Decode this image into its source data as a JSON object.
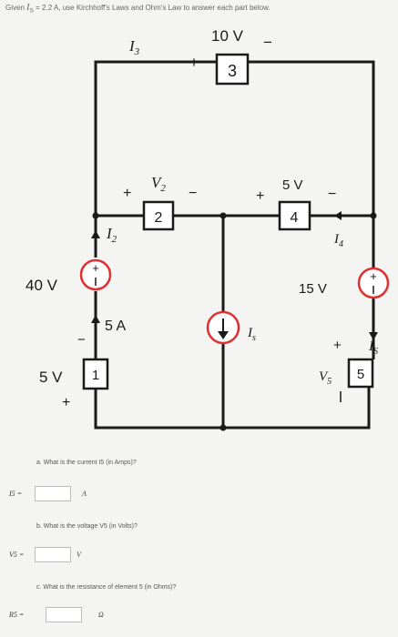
{
  "header": {
    "given_prefix": "Given ",
    "given_var": "I",
    "given_sub": "S",
    "given_rest": " = 2.2 A, use Kirchhoff's Laws and Ohm's Law to answer each part below."
  },
  "circuit": {
    "i3_label": "I",
    "i3_sub": "3",
    "v10_label": "10 V",
    "plus": "+",
    "minus": "−",
    "elem3": "3",
    "v2_label": "V",
    "v2_sub": "2",
    "elem2": "2",
    "i2_label": "I",
    "i2_sub": "2",
    "v5_label": "5 V",
    "elem4": "4",
    "i4_label": "I",
    "i4_sub": "4",
    "v40_label": "40 V",
    "v15_label": "15 V",
    "is_label": "I",
    "is_sub": "s",
    "is_right_label": "I",
    "is_right_sub": "S",
    "a5_label": "5 A",
    "v5b_label": "5 V",
    "elem1": "1",
    "vs_label": "V",
    "vs_sub": "5",
    "elem5": "5"
  },
  "questions": {
    "a_text": "a. What is the current I5 (in Amps)?",
    "a_var": "I5 =",
    "a_unit": "A",
    "b_text": "b. What is the voltage V5 (in Volts)?",
    "b_var": "V5 =",
    "b_unit": "V",
    "c_text": "c. What is the resistance of element 5 (in Ohms)?",
    "c_var": "R5 =",
    "c_unit": "Ω"
  }
}
